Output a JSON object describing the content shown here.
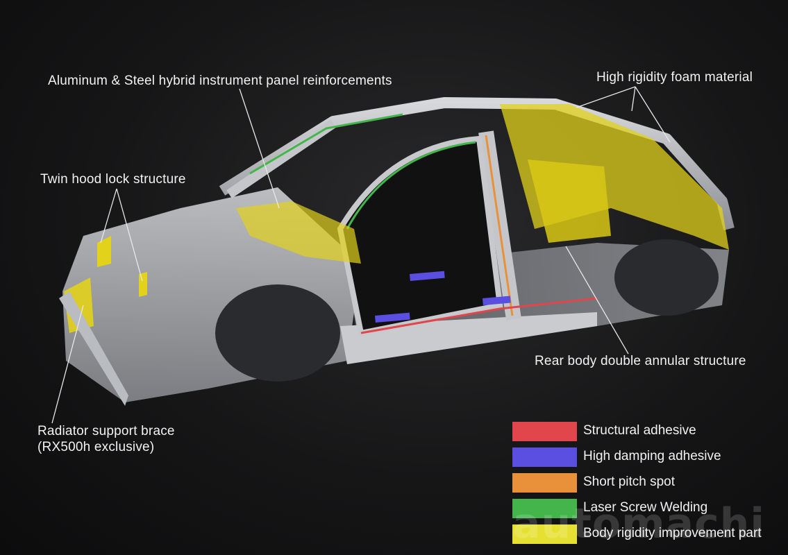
{
  "callouts": {
    "instrument_panel": "Aluminum & Steel hybrid instrument panel reinforcements",
    "foam": "High rigidity foam material",
    "hood_lock": "Twin hood lock structure",
    "rear_body": "Rear body double annular structure",
    "radiator_line1": "Radiator support brace",
    "radiator_line2": "(RX500h exclusive)"
  },
  "legend": [
    {
      "label": "Structural adhesive",
      "color": "#e0464c"
    },
    {
      "label": "High damping adhesive",
      "color": "#5a4fe0"
    },
    {
      "label": "Short pitch spot",
      "color": "#e8913a"
    },
    {
      "label": "Laser Screw Welding",
      "color": "#43b54a"
    },
    {
      "label": "Body rigidity improvement part",
      "color": "#e6e032"
    }
  ],
  "watermark": "automachi",
  "colors": {
    "steel": "#b9bcc0",
    "yellow": "#e2d21c"
  }
}
